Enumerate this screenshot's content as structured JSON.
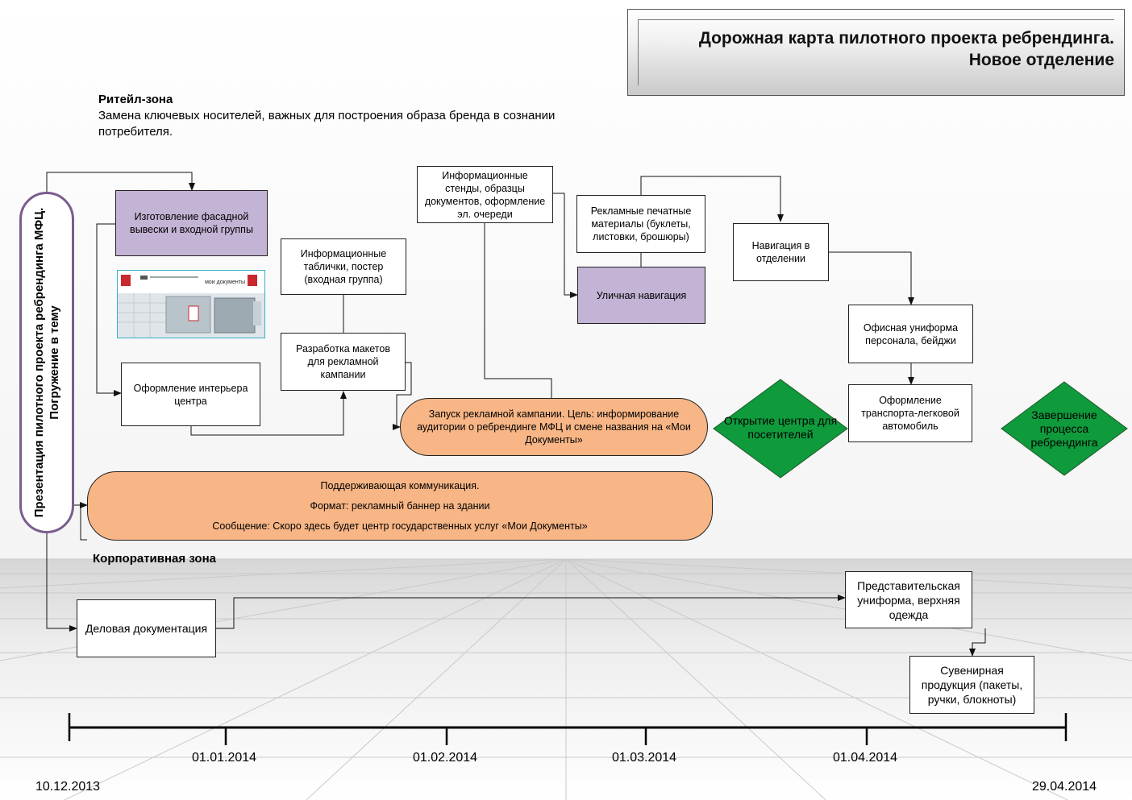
{
  "title": {
    "line1": "Дорожная карта пилотного проекта ребрендинга.",
    "line2": "Новое отделение"
  },
  "retail_zone": {
    "title": "Ритейл-зона",
    "description": "Замена ключевых носителей, важных для построения образа бренда в сознании потребителя."
  },
  "corporate_zone": {
    "title": "Корпоративная зона"
  },
  "presentation": {
    "label": "Презентация пилотного проекта ребрендинга МФЦ. Погружение в тему"
  },
  "nodes": {
    "facade": "Изготовление фасадной вывески и входной группы",
    "interior": "Оформление интерьера центра",
    "info_plates": "Информационные таблички, постер (входная группа)",
    "ad_layouts": "Разработка макетов для рекламной кампании",
    "info_stands": "Информационные стенды, образцы документов, оформление эл. очереди",
    "print_materials": "Рекламные печатные материалы (буклеты, листовки, брошюры)",
    "street_navigation": "Уличная навигация",
    "office_navigation": "Навигация в отделении",
    "office_uniform": "Офисная униформа персонала, бейджи",
    "car_branding": "Оформление транспорта-легковой автомобиль",
    "ad_campaign": "Запуск рекламной кампании. Цель: информирование аудитории о ребрендинге МФЦ и смене названия на «Мои Документы»",
    "business_docs": "Деловая документация",
    "rep_uniform": "Представительская униформа, верхняя одежда",
    "souvenirs": "Сувенирная продукция (пакеты, ручки, блокноты)"
  },
  "support_communication": {
    "line1": "Поддерживающая коммуникация.",
    "line2": "Формат: рекламный баннер на здании",
    "line3": "Сообщение: Скоро здесь будет центр государственных услуг «Мои Документы»"
  },
  "milestones": {
    "opening": "Открытие центра для посетителей",
    "completion": "Завершение процесса ребрендинга"
  },
  "timeline": {
    "start": "10.12.2013",
    "end": "29.04.2014",
    "ticks": [
      "01.01.2014",
      "01.02.2014",
      "01.03.2014",
      "01.04.2014"
    ]
  },
  "colors": {
    "violet": "#c3b3d5",
    "orange": "#f8b686",
    "green": "#0f9a3c",
    "presentation_border": "#7a5c8f"
  },
  "facade_image": {
    "brand_text": "мои документы"
  }
}
